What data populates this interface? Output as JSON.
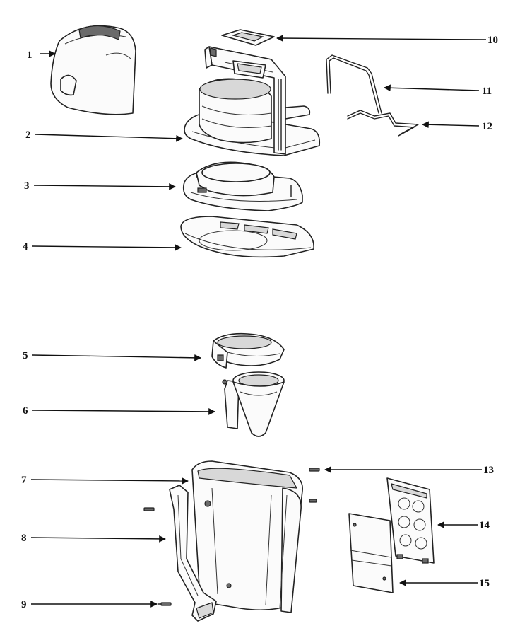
{
  "diagram": {
    "callouts": [
      {
        "id": "1",
        "label": "1"
      },
      {
        "id": "2",
        "label": "2"
      },
      {
        "id": "3",
        "label": "3"
      },
      {
        "id": "4",
        "label": "4"
      },
      {
        "id": "5",
        "label": "5"
      },
      {
        "id": "6",
        "label": "6"
      },
      {
        "id": "7",
        "label": "7"
      },
      {
        "id": "8",
        "label": "8"
      },
      {
        "id": "9",
        "label": "9"
      },
      {
        "id": "10",
        "label": "10"
      },
      {
        "id": "11",
        "label": "11"
      },
      {
        "id": "12",
        "label": "12"
      },
      {
        "id": "13",
        "label": "13"
      },
      {
        "id": "14",
        "label": "14"
      },
      {
        "id": "15",
        "label": "15"
      }
    ],
    "colors": {
      "ink": "#111111",
      "paper": "#ffffff",
      "shade": "#d8d8d8"
    }
  }
}
